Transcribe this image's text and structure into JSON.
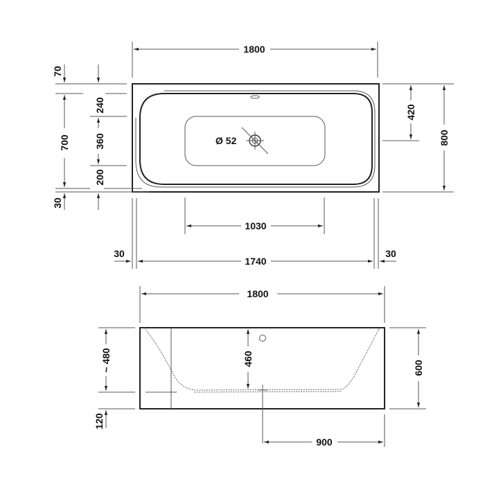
{
  "top_view": {
    "overall_length": "1800",
    "depth_total": "800",
    "depth_to_drain": "420",
    "offset_top": "70",
    "depth_inner": "700",
    "offset_bottom": "30",
    "rim_top": "240",
    "basin_width": "360",
    "rim_bottom": "200",
    "basin_length": "1030",
    "inner_length": "1740",
    "offset_left": "30",
    "offset_right": "30",
    "drain_diameter": "Ø 52"
  },
  "side_view": {
    "overall_length": "1800",
    "overall_height": "600",
    "inner_depth_approx": "~ 480",
    "depth_at_drain": "460",
    "base_height": "120",
    "drain_from_right": "900"
  }
}
